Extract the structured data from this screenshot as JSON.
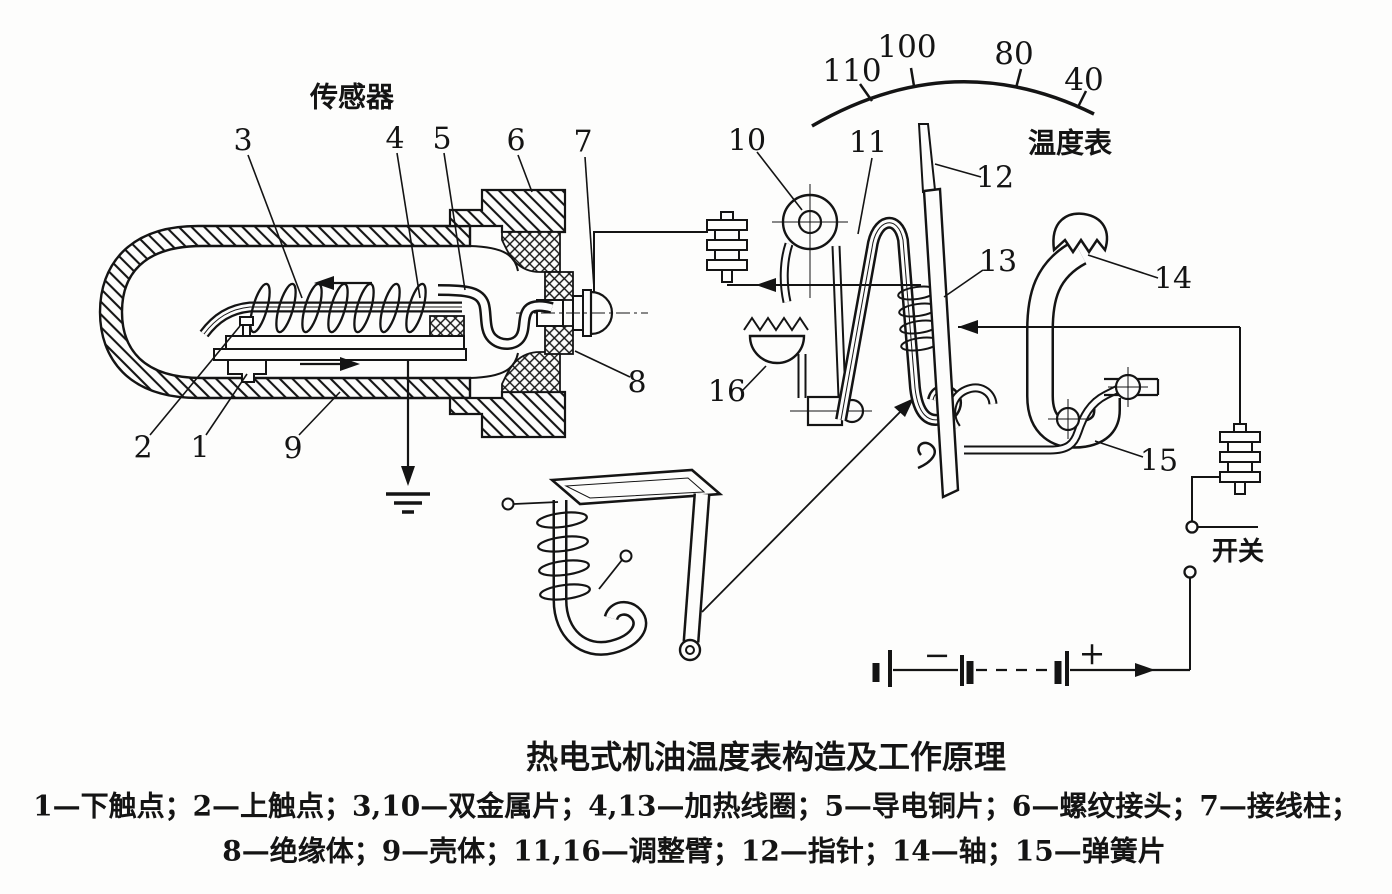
{
  "figure": {
    "sensor_label": "传感器",
    "gauge_label": "温度表",
    "switch_label": "开关",
    "scale_values": [
      "110",
      "100",
      "80",
      "40"
    ],
    "battery_minus": "−",
    "battery_plus": "+",
    "callouts": [
      "1",
      "2",
      "3",
      "4",
      "5",
      "6",
      "7",
      "8",
      "9",
      "10",
      "11",
      "12",
      "13",
      "14",
      "15",
      "16"
    ]
  },
  "caption": {
    "title": "热电式机油温度表构造及工作原理",
    "legend_line1": "1—下触点；2—上触点；3,10—双金属片；4,13—加热线圈；5—导电铜片；6—螺纹接头；7—接线柱；",
    "legend_line2": "8—绝缘体；9—壳体；11,16—调整臂；12—指针；14—轴；15—弹簧片"
  }
}
